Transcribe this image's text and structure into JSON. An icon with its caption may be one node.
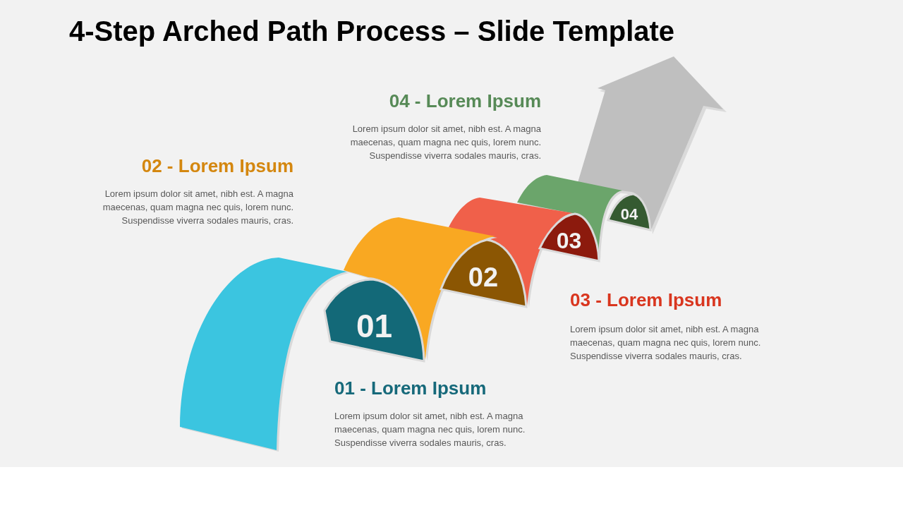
{
  "diagram": {
    "title": "4-Step Arched Path Process – Slide Template",
    "nodes": [
      {
        "text": [
          "01"
        ],
        "beside": [
          "01 - Lorem Ipsum",
          "Lorem ipsum dolor sit amet, nibh est. A magna maecenas, quam magna nec quis, lorem nunc. Suspendisse viverra sodales mauris, cras."
        ]
      },
      {
        "text": [
          "02"
        ],
        "beside": [
          "02 - Lorem Ipsum",
          "Lorem ipsum dolor sit amet, nibh est. A magna maecenas, quam magna nec quis, lorem nunc. Suspendisse viverra sodales mauris, cras."
        ]
      },
      {
        "text": [
          "03"
        ],
        "beside": [
          "03 - Lorem Ipsum",
          "Lorem ipsum dolor sit amet, nibh est. A magna maecenas, quam magna nec quis, lorem nunc. Suspendisse viverra sodales mauris, cras."
        ]
      },
      {
        "text": [
          "04"
        ],
        "beside": [
          "04 - Lorem Ipsum",
          "Lorem ipsum dolor sit amet, nibh est. A magna maecenas, quam magna nec quis, lorem nunc. Suspendisse viverra sodales mauris, cras."
        ]
      }
    ]
  }
}
